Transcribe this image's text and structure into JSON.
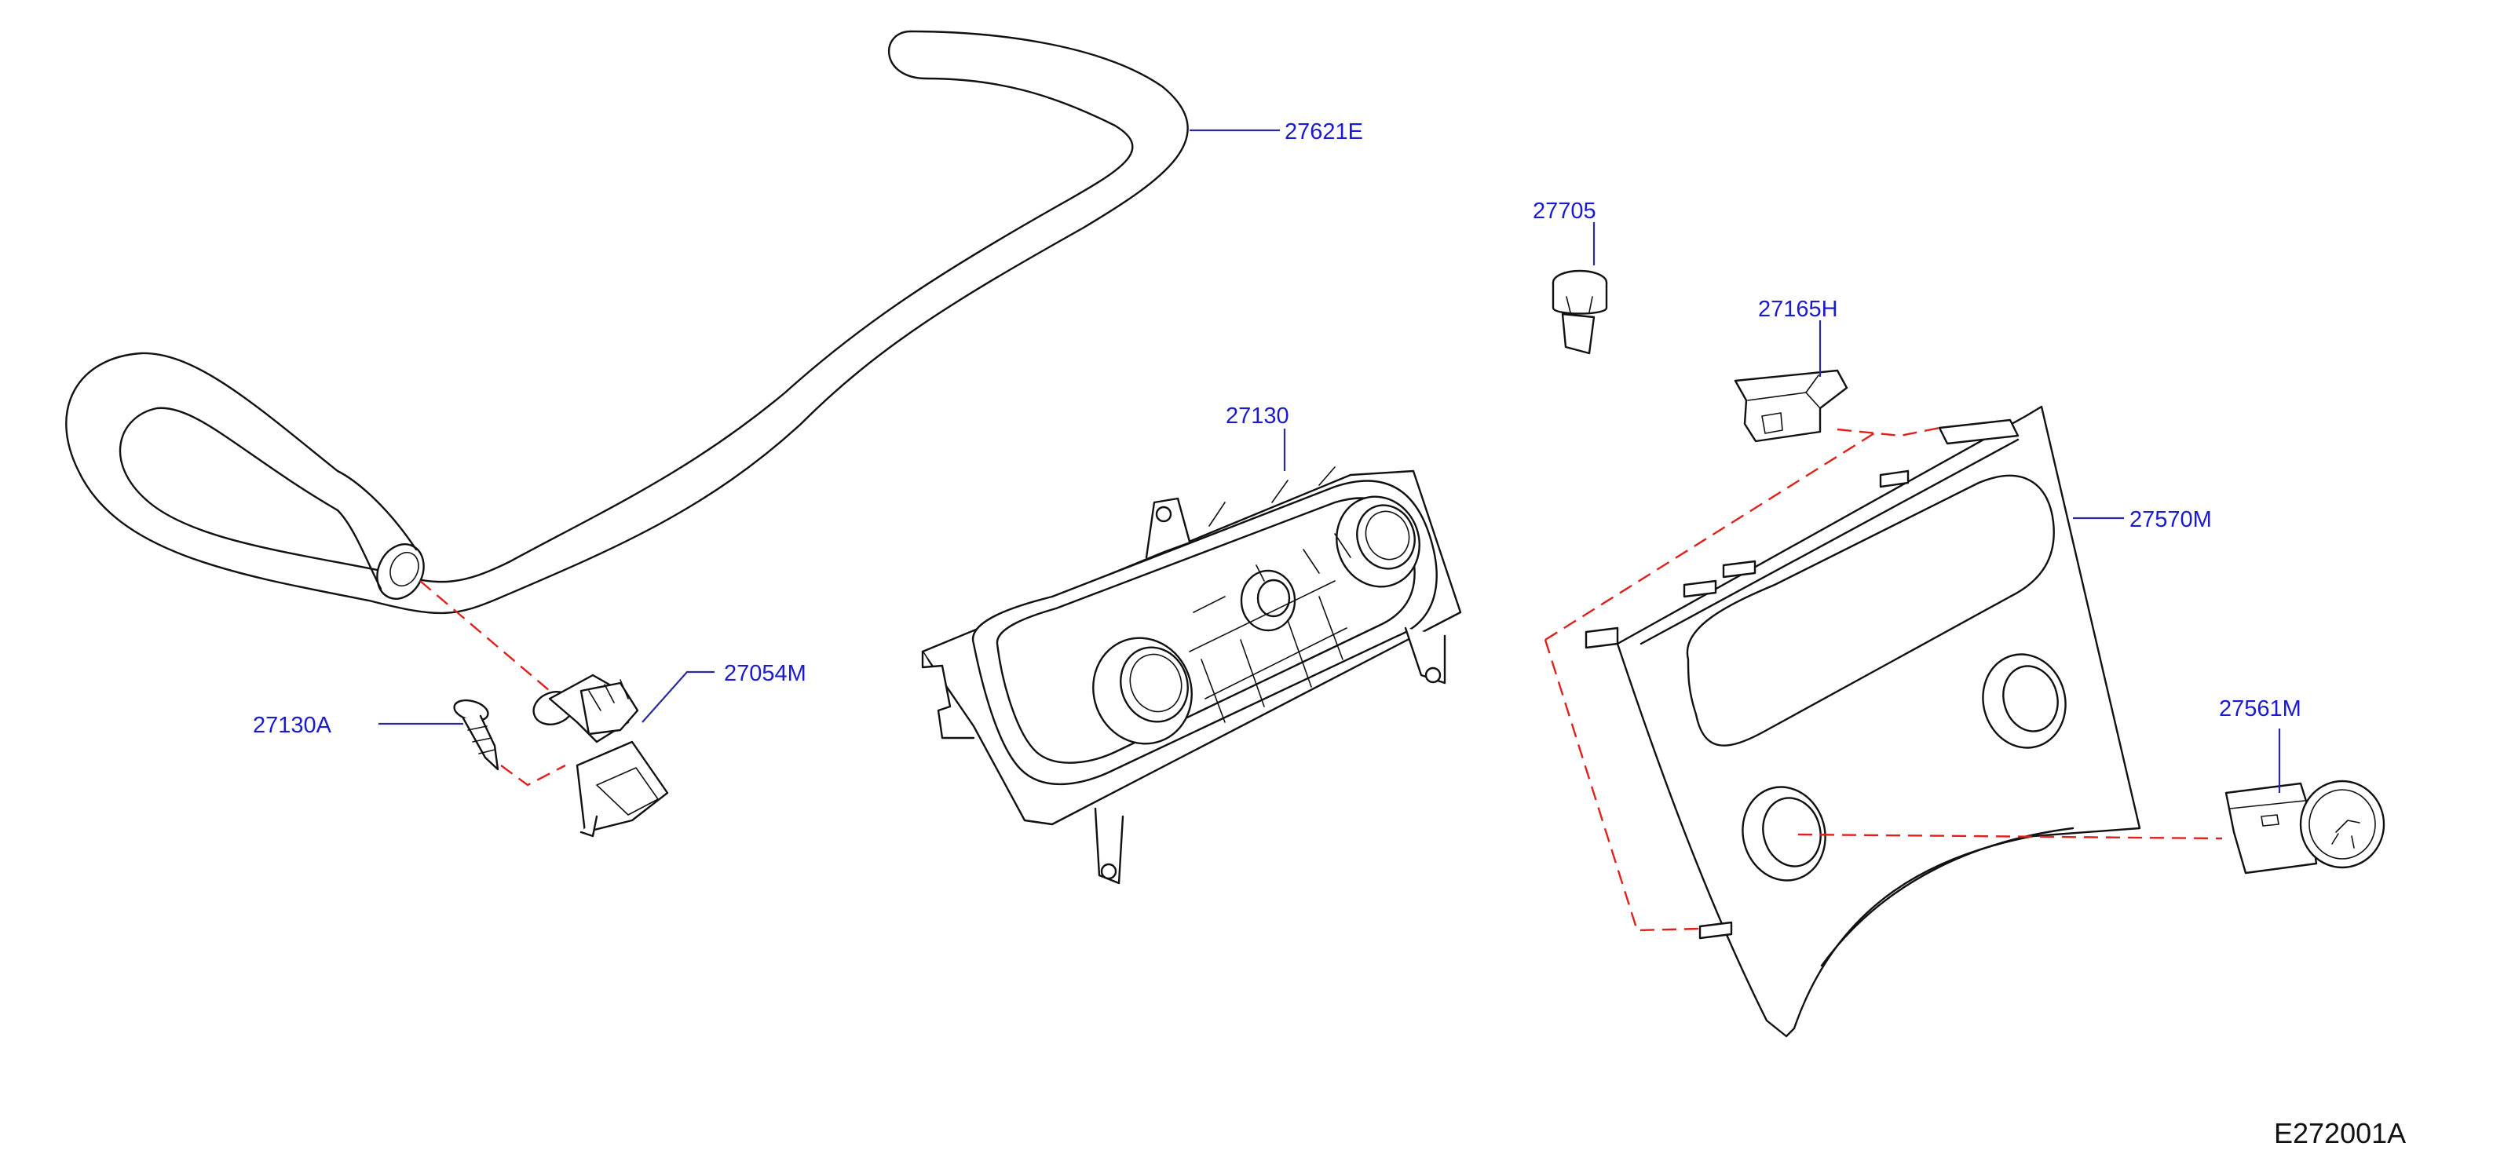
{
  "parts": [
    {
      "id": "hose",
      "number": "27621E"
    },
    {
      "id": "knob-small",
      "number": "27705"
    },
    {
      "id": "clip",
      "number": "27165H"
    },
    {
      "id": "control-unit",
      "number": "27130"
    },
    {
      "id": "finisher-panel",
      "number": "27570M"
    },
    {
      "id": "aspirator",
      "number": "27054M"
    },
    {
      "id": "screw",
      "number": "27130A"
    },
    {
      "id": "switch",
      "number": "27561M"
    }
  ],
  "diagram_code": "E272001A",
  "colors": {
    "label": "#1a1ad0",
    "leader": "#2a2aa0",
    "dashed_guide": "#e0201a",
    "line_art": "#111111"
  }
}
